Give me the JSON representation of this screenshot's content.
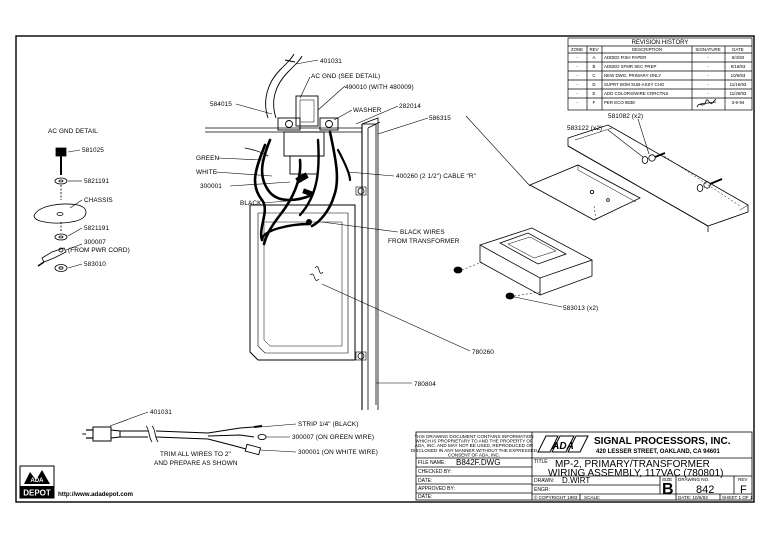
{
  "labels": {
    "p401031_top": "401031",
    "ac_gnd_see": "AC GND (SEE DETAIL)",
    "p490010": "490010 (WITH 480009)",
    "p584015": "584015",
    "washer": "WASHER",
    "p282014": "282014",
    "p586315": "586315",
    "ac_gnd_detail": "AC GND DETAIL",
    "p581025": "581025",
    "green": "GREEN",
    "white": "WHITE",
    "p300001_mid": "300001",
    "black": "BLACK",
    "p5821191_a": "5821191",
    "chassis": "CHASSIS",
    "p5821191_b": "5821191",
    "p300007_a": "300007",
    "from_pwr_cord": "(FROM PWR CORD)",
    "p583010": "583010",
    "p400260": "400260 (2 1/2\") CABLE \"R\"",
    "black_wires": "BLACK WIRES",
    "from_transformer": "FROM TRANSFORMER",
    "p581082": "581082 (x2)",
    "p583122": "583122 (x2)",
    "p583013": "583013 (x2)",
    "p780260": "780260",
    "p780804": "780804",
    "p401031_bot": "401031",
    "strip": "STRIP 1/4\" (BLACK)",
    "p300007_green": "300007 (ON GREEN WIRE)",
    "p300001_white": "300001 (ON WHITE WIRE)",
    "trim_1": "TRIM ALL WIRES TO 2\"",
    "trim_2": "AND PREPARE AS SHOWN"
  },
  "revision_history": {
    "title": "REVISION HISTORY",
    "headers": [
      "ZONE",
      "REV",
      "DESCRIPTION",
      "SIGNATURE",
      "DATE"
    ],
    "rows": [
      [
        "-",
        "A",
        "ADDED FISH PAPER",
        "-",
        "8/4/93"
      ],
      [
        "-",
        "B",
        "ADDED XFMR SEC PREP",
        "-",
        "9/16/93"
      ],
      [
        "-",
        "C",
        "NEW DWG, PRIMARY ONLY",
        "-",
        "10/6/93"
      ],
      [
        "-",
        "D",
        "SUPRT BOM SUB-ASSY CHG",
        "-",
        "11/16/93"
      ],
      [
        "-",
        "E",
        "ADD COLORS/WIRE CRRCTNS",
        "-",
        "11/29/93"
      ],
      [
        "-",
        "F",
        "PER ECO 8838",
        "",
        "3-9-94"
      ]
    ]
  },
  "title_block": {
    "notice": [
      "THIS DRAWING DOCUMENT CONTAINS INFORMATION",
      "WHICH IS PROPRIETARY TO AND THE PROPERTY OF",
      "ADA, INC. AND MAY NOT BE USED, REPRODUCED OR",
      "DISCLOSED IN ANY MANNER WITHOUT THE EXPRESSED",
      "CONSENT OF ADA, INC."
    ],
    "logo": "ADA",
    "company": "SIGNAL PROCESSORS, INC.",
    "address": "420 LESSER STREET, OAKLAND, CA 94601",
    "file_name_label": "FILE NAME:",
    "file_name": "B842F.DWG",
    "title_label": "TITLE",
    "title_line1": "MP-2, PRIMARY/TRANSFORMER",
    "title_line2": "WIRING ASSEMBLY, 117VAC   (780801)",
    "checked_by_label": "CHECKED BY:",
    "date_label_1": "DATE:",
    "approved_by_label": "APPROVED BY:",
    "date_label_2": "DATE:",
    "drawn_label": "DRAWN:",
    "drawn": "D.WIRT",
    "engr_label": "ENGR:",
    "size_label": "SIZE",
    "size": "B",
    "drawing_no_label": "DRAWING NO.",
    "drawing_no": "842",
    "rev_label": "REV",
    "rev": "F",
    "copyright": "© COPYRIGHT 1993",
    "scale_label": "SCALE:",
    "date_bottom": "DATE: 10/6/93",
    "sheet": "SHEET 1 OF 1"
  },
  "footer": {
    "logo_text": "ADA",
    "depot": "DEPOT",
    "url": "http://www.adadepot.com"
  }
}
